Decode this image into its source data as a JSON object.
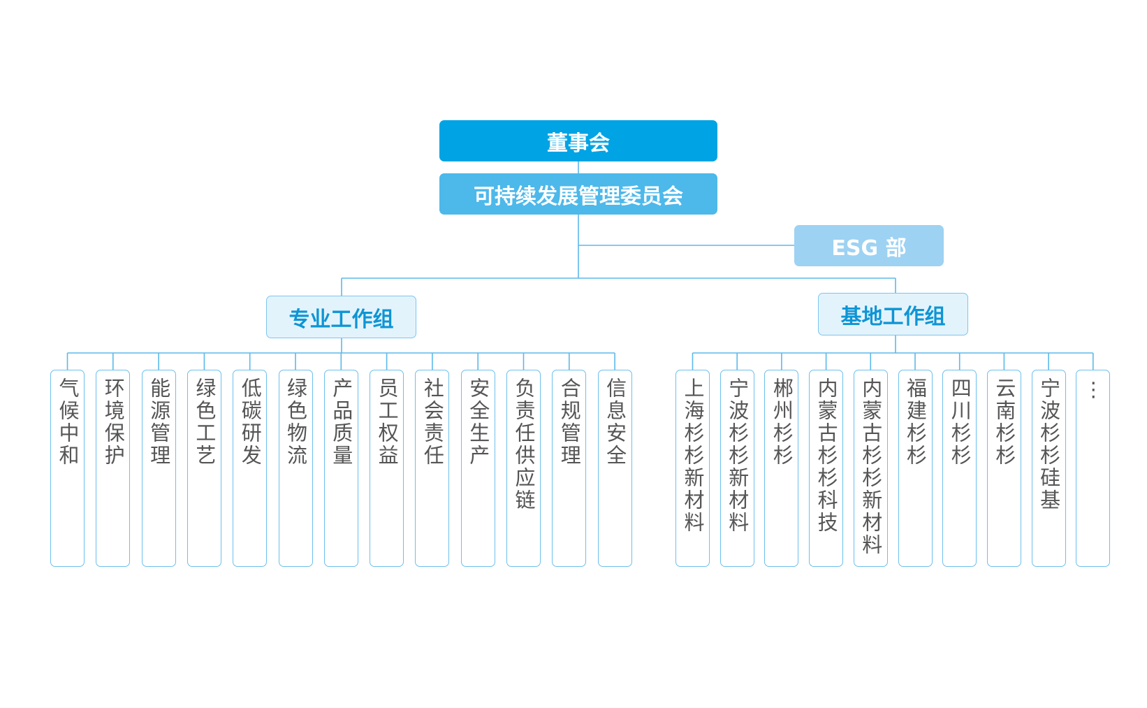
{
  "top": {
    "board": "董事会",
    "committee": "可持续发展管理委员会",
    "esg": "ESG 部"
  },
  "groups": {
    "pro": "专业工作组",
    "base": "基地工作组"
  },
  "pro_items": [
    "气候中和",
    "环境保护",
    "能源管理",
    "绿色工艺",
    "低碳研发",
    "绿色物流",
    "产品质量",
    "员工权益",
    "社会责任",
    "安全生产",
    "负责任供应链",
    "合规管理",
    "信息安全"
  ],
  "base_items": [
    "上海杉杉新材料",
    "宁波杉杉新材料",
    "郴州杉杉",
    "内蒙古杉杉科技",
    "内蒙古杉杉新材料",
    "福建杉杉",
    "四川杉杉",
    "云南杉杉",
    "宁波杉杉硅基",
    "⋮"
  ],
  "colors": {
    "board": "#00a3e4",
    "committee": "#4db8ea",
    "esg": "#9dd2f2",
    "line": "#5bb9ea",
    "leaf_border": "#6cc0ec",
    "group_text": "#0e95d4",
    "leaf_text": "#555555"
  }
}
